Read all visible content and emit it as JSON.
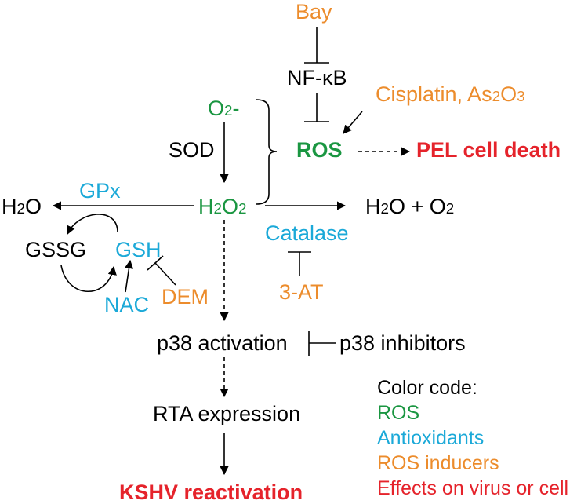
{
  "nodes": {
    "bay": "Bay",
    "nfkb": "NF-κB",
    "cisplatin_prefix": "Cisplatin, As",
    "cisplatin_sub1": "2",
    "cisplatin_o": "O",
    "cisplatin_sub2": "3",
    "o2_prefix": "O",
    "o2_sub": "2",
    "o2_suffix": "-",
    "ros": "ROS",
    "pel_death": "PEL cell death",
    "sod": "SOD",
    "gpx": "GPx",
    "h2o2_h": "H",
    "h2o2_sub1": "2",
    "h2o2_o": "O",
    "h2o2_sub2": "2",
    "h2o_h": "H",
    "h2o_sub": "2",
    "h2o_o": "O",
    "h2o_o2_h": "H",
    "h2o_o2_sub1": "2",
    "h2o_o2_mid": "O + O",
    "h2o_o2_sub2": "2",
    "catalase": "Catalase",
    "gssg": "GSSG",
    "gsh": "GSH",
    "nac": "NAC",
    "dem": "DEM",
    "at3": "3-AT",
    "p38_activation": "p38 activation",
    "p38_inhibitors": "p38 inhibitors",
    "rta": "RTA expression",
    "kshv": "KSHV reactivation"
  },
  "legend": {
    "title": "Color code:",
    "ros": "ROS",
    "antioxidants": "Antioxidants",
    "ros_inducers": "ROS inducers",
    "effects": "Effects on virus or cell"
  },
  "colors": {
    "ros": "#1a9641",
    "antioxidants": "#1ba9d8",
    "ros_inducers": "#ec8c2c",
    "effects": "#e5232b",
    "text": "#000000"
  }
}
